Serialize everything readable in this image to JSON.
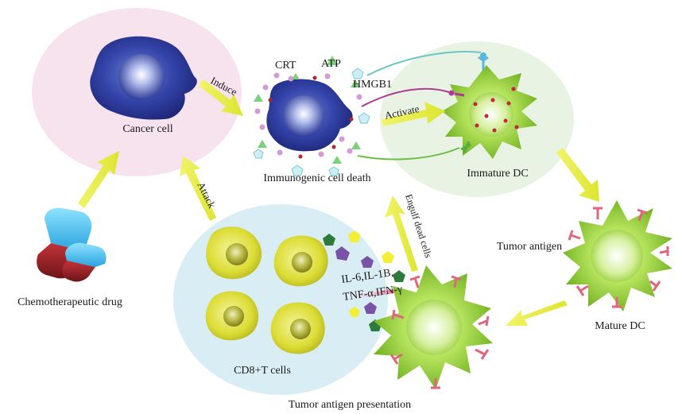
{
  "labels": {
    "cancer_cell": "Cancer cell",
    "induce": "Induce",
    "crt": "CRT",
    "atp": "ATP",
    "hmgb1": "HMGB1",
    "activate": "Activate",
    "immunogenic_cell_death": "Immunogenic cell death",
    "immature_dc": "Immature DC",
    "attack": "Attack",
    "engulf_dead_cells": "Engulf dead cells",
    "tumor_antigen": "Tumor antigen",
    "cytokines_line1": "IL-6,IL-1B,",
    "cytokines_line2": "TNF-α,IFN-γ",
    "chemotherapeutic_drug": "Chemotherapeutic drug",
    "mature_dc": "Mature DC",
    "cd8_t_cells": "CD8+T cells",
    "tumor_antigen_presentation": "Tumor antigen presentation"
  },
  "colors": {
    "cancer_region": "#f7e3ee",
    "tcell_region": "#d9edf4",
    "dc_region": "#e9f3e4",
    "cancer_cell_blue": "#2f3d9c",
    "dc_green": "#8fce2e",
    "tcell_yellow": "#d9d92c",
    "arrow_yellow": "#e4ec3a",
    "receptor_pink": "#e06680"
  }
}
